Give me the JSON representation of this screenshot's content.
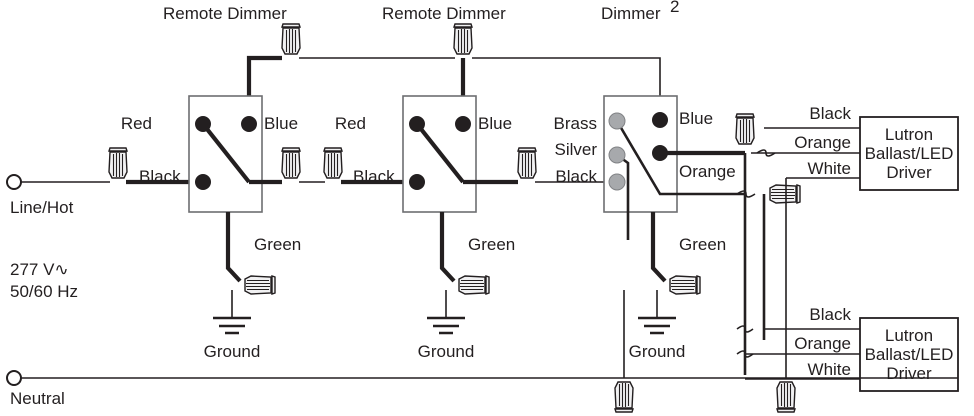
{
  "diagram": {
    "title_labels": [
      {
        "id": "remote-dimmer-1",
        "text": "Remote Dimmer"
      },
      {
        "id": "remote-dimmer-2",
        "text": "Remote Dimmer"
      },
      {
        "id": "dimmer-3",
        "text": "Dimmer",
        "superscript": "2"
      }
    ],
    "source": {
      "line_hot": "Line/Hot",
      "voltage": "277 V∿",
      "frequency": "50/60 Hz",
      "neutral": "Neutral"
    },
    "devices": [
      {
        "id": "remote-dimmer-1",
        "terminals": [
          {
            "name": "Red",
            "type": "black-dot"
          },
          {
            "name": "Blue",
            "type": "black-dot"
          },
          {
            "name": "Black",
            "type": "black-dot"
          }
        ],
        "ground_wire": "Green",
        "ground_label": "Ground"
      },
      {
        "id": "remote-dimmer-2",
        "terminals": [
          {
            "name": "Red",
            "type": "black-dot"
          },
          {
            "name": "Blue",
            "type": "black-dot"
          },
          {
            "name": "Black",
            "type": "black-dot"
          }
        ],
        "ground_wire": "Green",
        "ground_label": "Ground"
      },
      {
        "id": "dimmer-3",
        "terminals": [
          {
            "name": "Brass",
            "type": "gray-dot"
          },
          {
            "name": "Silver",
            "type": "gray-dot"
          },
          {
            "name": "Black",
            "type": "gray-dot"
          },
          {
            "name": "Blue",
            "type": "black-dot"
          },
          {
            "name": "Orange",
            "type": "black-dot"
          }
        ],
        "ground_wire": "Green",
        "ground_label": "Ground"
      }
    ],
    "loads": [
      {
        "id": "lutron-ballast-1",
        "lines": [
          "Lutron",
          "Ballast/LED",
          "Driver"
        ],
        "leads": [
          "Black",
          "Orange",
          "White"
        ]
      },
      {
        "id": "lutron-ballast-2",
        "lines": [
          "Lutron",
          "Ballast/LED",
          "Driver"
        ],
        "leads": [
          "Black",
          "Orange",
          "White"
        ]
      }
    ],
    "wire_nut_count": 14,
    "colors": {
      "wire": "#231f20",
      "device_outline": "#6d6e71",
      "terminal_gray": "#a7a9ac",
      "background": "#ffffff"
    }
  }
}
